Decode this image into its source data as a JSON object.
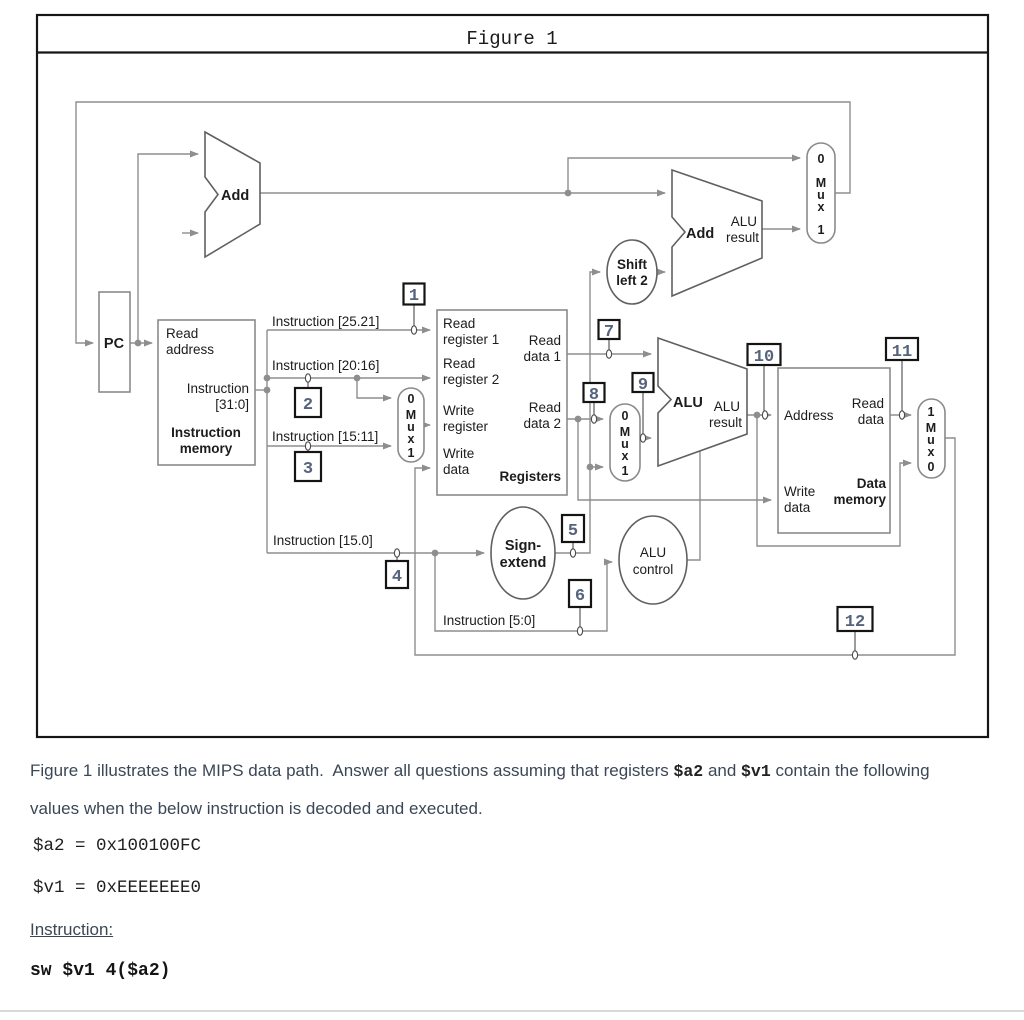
{
  "colors": {
    "wire": "#8e8e8e",
    "component_border": "#8a8a8a",
    "shape_border": "#606060",
    "diagram_text": "#1c1c1c",
    "point_number": "#56637d",
    "question_text": "#3b4756",
    "code_text": "#1f1f1f"
  },
  "figure": {
    "title": "Figure 1",
    "components": {
      "pc": "PC",
      "instruction_memory": {
        "read": "Read",
        "address": "address",
        "instruction": "Instruction",
        "bits": "[31:0]",
        "name_line1": "Instruction",
        "name_line2": "memory"
      },
      "add_top": {
        "name": "Add"
      },
      "add_branch": {
        "name": "Add",
        "result_line1": "ALU",
        "result_line2": "result"
      },
      "alu_main": {
        "name": "ALU",
        "result_line1": "ALU",
        "result_line2": "result"
      },
      "shift_left": {
        "line1": "Shift",
        "line2": "left 2"
      },
      "sign_extend": {
        "line1": "Sign-",
        "line2": "extend"
      },
      "alu_control": {
        "line1": "ALU",
        "line2": "control"
      },
      "registers": {
        "read_register1_line1": "Read",
        "read_register1_line2": "register 1",
        "read_register2_line1": "Read",
        "read_register2_line2": "register 2",
        "write_register_line1": "Write",
        "write_register_line2": "register",
        "write_data_line1": "Write",
        "write_data_line2": "data",
        "read_data1_line1": "Read",
        "read_data1_line2": "data 1",
        "read_data2_line1": "Read",
        "read_data2_line2": "data 2",
        "name": "Registers"
      },
      "data_memory": {
        "address": "Address",
        "read_data_line1": "Read",
        "read_data_line2": "data",
        "write_data_line1": "Write",
        "write_data_line2": "data",
        "name_line1": "Data",
        "name_line2": "memory"
      },
      "mux_std": [
        "0",
        "M",
        "u",
        "x",
        "1"
      ],
      "mux_mem": [
        "1",
        "M",
        "u",
        "x",
        "0"
      ]
    },
    "wire_labels": {
      "instr_25_21": "Instruction [25.21]",
      "instr_20_16": "Instruction [20:16]",
      "instr_15_11": "Instruction [15:11]",
      "instr_15_0": "Instruction [15.0]",
      "instr_5_0": "Instruction [5:0]"
    },
    "points": [
      "1",
      "2",
      "3",
      "4",
      "5",
      "6",
      "7",
      "8",
      "9",
      "10",
      "11",
      "12"
    ]
  },
  "question": {
    "para_1": "Figure 1 illustrates the MIPS data path.  Answer all questions assuming that registers ",
    "reg_a2": "$a2",
    "para_2": " and ",
    "reg_v1": "$v1",
    "para_3": " contain the following values when the below instruction is decoded and executed.",
    "value_a2": "$a2 = 0x100100FC",
    "value_v1": "$v1 = 0xEEEEEEE0",
    "instruction_heading": "Instruction:",
    "instruction_code": "sw $v1 4($a2)"
  }
}
